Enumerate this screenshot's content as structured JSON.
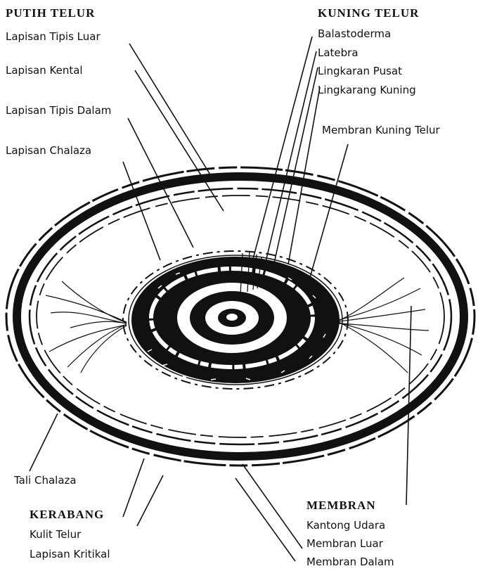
{
  "groups": {
    "putih_telur": {
      "heading": "PUTIH TELUR",
      "items": [
        "Lapisan Tipis Luar",
        "Lapisan Kental",
        "Lapisan Tipis Dalam",
        "Lapisan Chalaza"
      ]
    },
    "kuning_telur": {
      "heading": "KUNING TELUR",
      "items": [
        "Balastoderma",
        "Latebra",
        "Lingkaran Pusat",
        "Lingkarang Kuning",
        "Membran Kuning Telur"
      ]
    },
    "tali": {
      "items": [
        "Tali Chalaza"
      ]
    },
    "kerabang": {
      "heading": "KERABANG",
      "items": [
        "Kulit Telur",
        "Lapisan Kritikal"
      ]
    },
    "membran": {
      "heading": "MEMBRAN",
      "items": [
        "Kantong Udara",
        "Membran Luar",
        "Membran Dalam"
      ]
    }
  },
  "colors": {
    "ink": "#111111",
    "paper": "#ffffff"
  }
}
